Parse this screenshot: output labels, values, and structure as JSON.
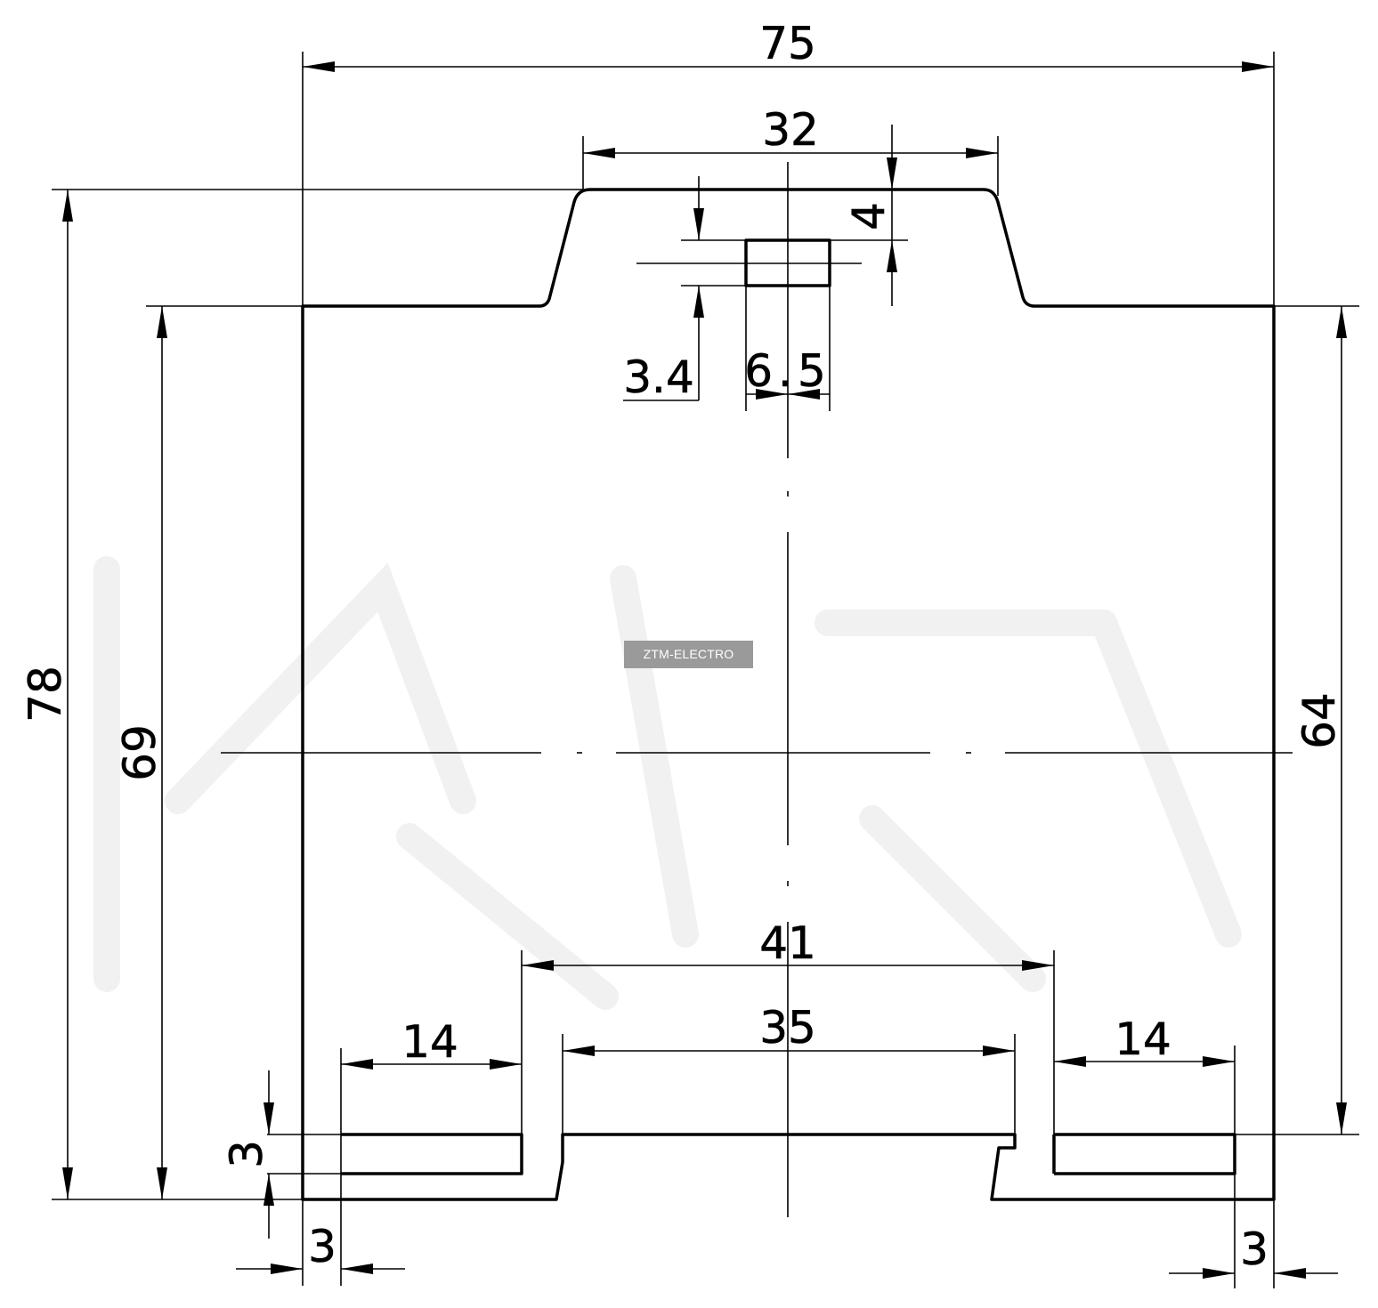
{
  "watermark": {
    "text": "ZTM-ELECTRO"
  },
  "dimensions": {
    "overall_width": "75",
    "top_tab_width": "32",
    "tab_height": "4",
    "slot_offset": "3.4",
    "slot_width": "6.5",
    "overall_height": "78",
    "body_height": "69",
    "right_height": "64",
    "base_opening": "41",
    "base_inner": "35",
    "left_foot": "14",
    "right_foot": "14",
    "foot_thickness": "3",
    "left_edge_offset": "3",
    "right_edge_offset": "3"
  },
  "colors": {
    "line": "#000000",
    "background": "#ffffff",
    "watermark_bg": "#9a9a9a",
    "watermark_text": "#ffffff"
  }
}
